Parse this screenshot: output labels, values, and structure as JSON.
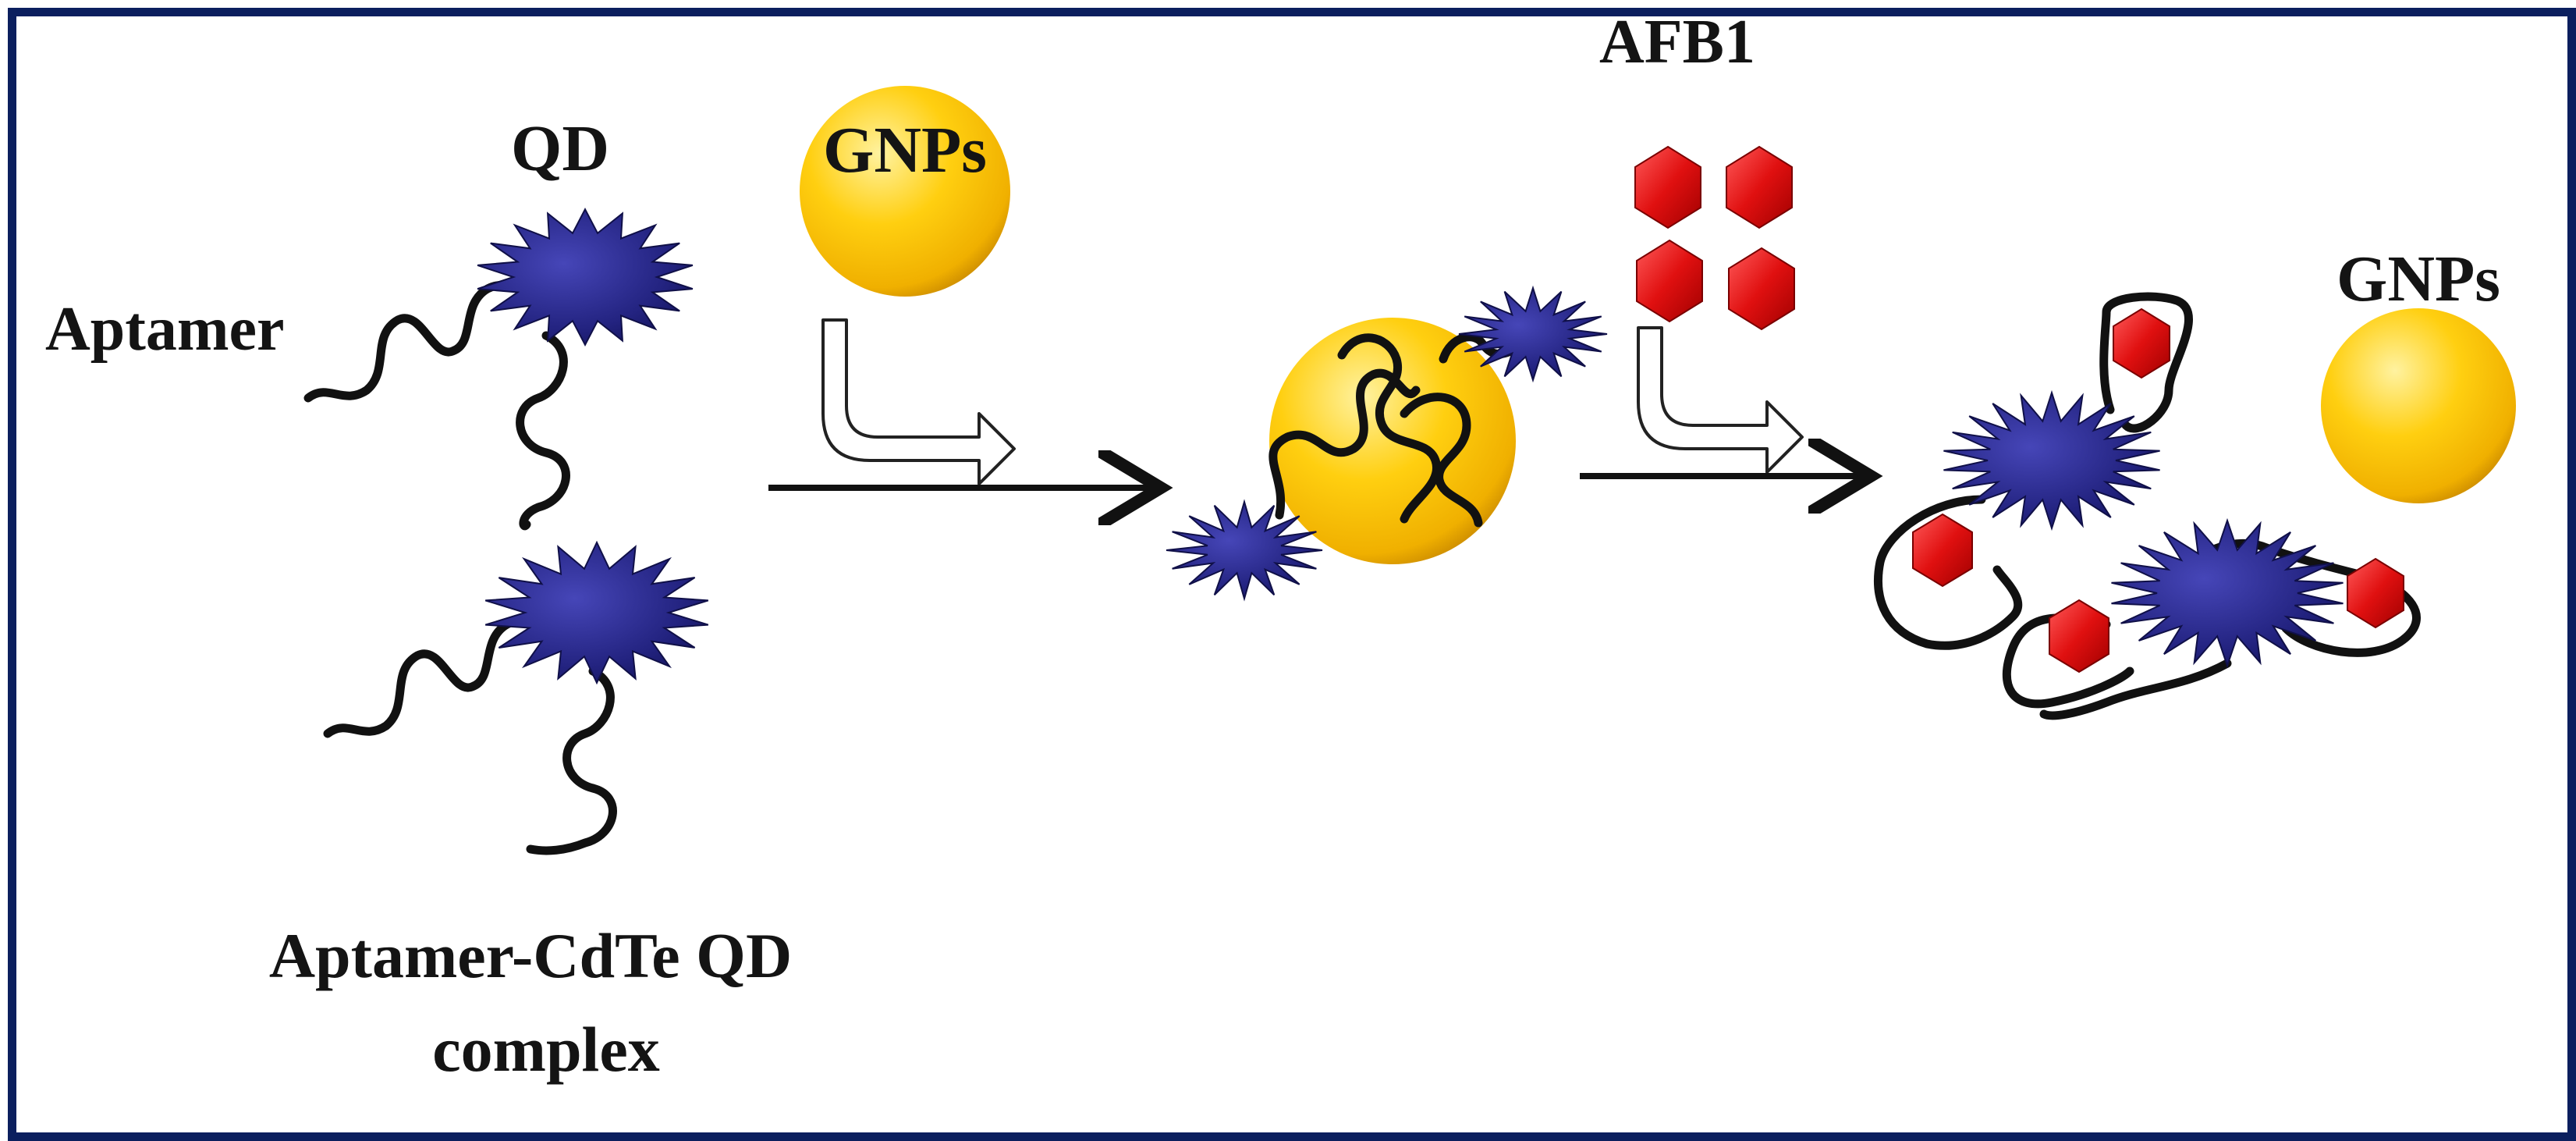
{
  "colors": {
    "border": "#0b1f5e",
    "quantum_dot": "#2a2a8c",
    "gold_nanoparticle": "#f6c000",
    "aflatoxin": "#e01010",
    "strand": "#111111"
  },
  "labels": {
    "qd": "QD",
    "aptamer": "Aptamer",
    "gnps_top": "GNPs",
    "afb1": "AFB1",
    "gnps_right": "GNPs",
    "complex_line1": "Aptamer-CdTe QD",
    "complex_line2": "complex"
  },
  "icons": {
    "quantum_dot": "starburst",
    "gold_nanoparticle": "sphere",
    "aflatoxin": "hexagon",
    "step_arrow": "hollow-bent-arrow",
    "reaction_arrow": "arrow-right"
  }
}
